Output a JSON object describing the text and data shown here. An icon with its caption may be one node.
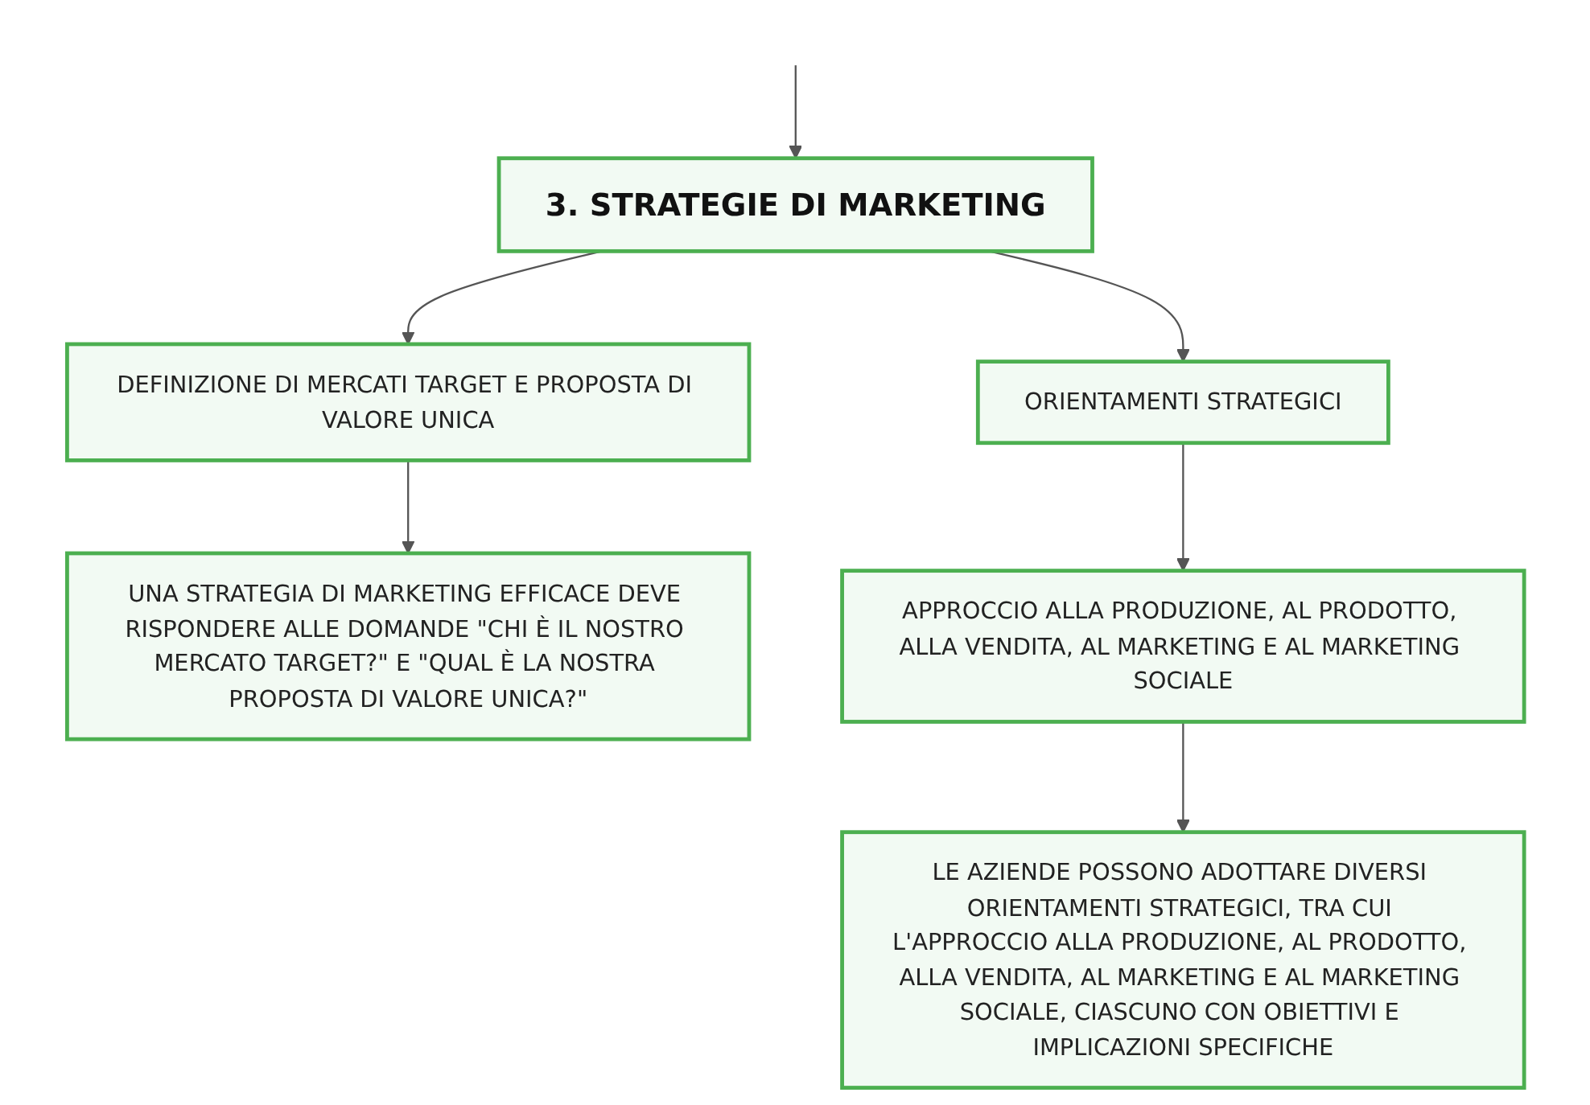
{
  "diagram": {
    "nodes": [
      {
        "text": [
          "3. STRATEGIE DI MARKETING"
        ]
      },
      {
        "text": [
          "DEFINIZIONE DI MERCATI TARGET E PROPOSTA DI VALORE UNICA"
        ]
      },
      {
        "text": [
          "UNA STRATEGIA DI MARKETING EFFICACE DEVE RISPONDERE ALLE DOMANDE \"CHI È IL NOSTRO MERCATO TARGET?\" E \"QUAL È LA NOSTRA PROPOSTA DI VALORE UNICA?\""
        ]
      },
      {
        "text": [
          "ORIENTAMENTI STRATEGICI"
        ]
      },
      {
        "text": [
          "APPROCCIO ALLA PRODUZIONE, AL PRODOTTO, ALLA VENDITA, AL MARKETING E AL MARKETING SOCIALE"
        ]
      },
      {
        "text": [
          "LE AZIENDE POSSONO ADOTTARE DIVERSI ORIENTAMENTI STRATEGICI, TRA CUI L'APPROCCIO ALLA PRODUZIONE, AL PRODOTTO, ALLA VENDITA, AL MARKETING E AL MARKETING SOCIALE, CIASCUNO CON OBIETTIVI E IMPLICAZIONI SPECIFICHE"
        ]
      }
    ],
    "edges": [
      {
        "from": null,
        "to": 0,
        "arrow": "to"
      },
      {
        "from": 0,
        "to": 1,
        "arrow": "to"
      },
      {
        "from": 1,
        "to": 2,
        "arrow": "to"
      },
      {
        "from": 0,
        "to": 3,
        "arrow": "to"
      },
      {
        "from": 3,
        "to": 4,
        "arrow": "to"
      },
      {
        "from": 4,
        "to": 5,
        "arrow": "to"
      }
    ]
  }
}
